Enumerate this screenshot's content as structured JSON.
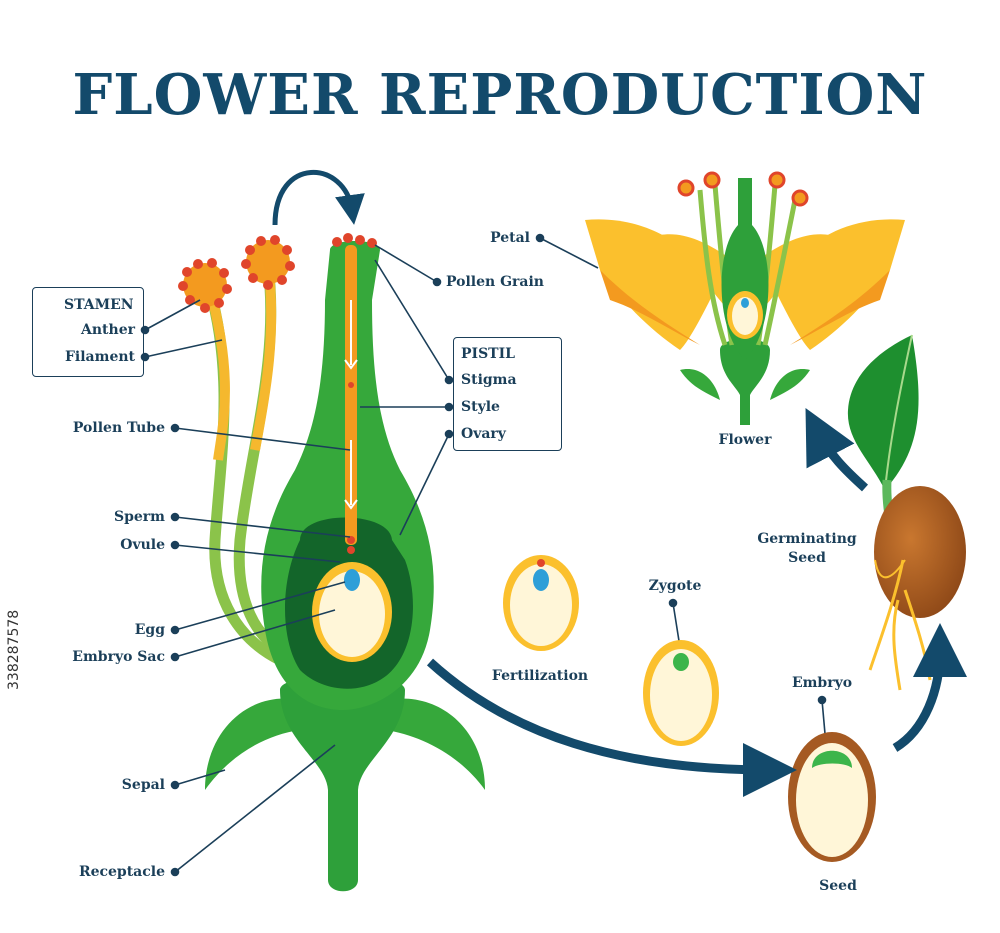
{
  "title": "FLOWER REPRODUCTION",
  "labels": {
    "stamen": "STAMEN",
    "anther": "Anther",
    "filament": "Filament",
    "pollen_tube": "Pollen Tube",
    "sperm": "Sperm",
    "ovule": "Ovule",
    "egg": "Egg",
    "embryo_sac": "Embryo Sac",
    "sepal": "Sepal",
    "receptacle": "Receptacle",
    "pollen_grain": "Pollen Grain",
    "pistil": "PISTIL",
    "stigma": "Stigma",
    "style": "Style",
    "ovary": "Ovary",
    "petal": "Petal",
    "flower": "Flower",
    "germinating_seed": "Germinating\nSeed",
    "fertilization": "Fertilization",
    "zygote": "Zygote",
    "embryo": "Embryo",
    "seed": "Seed"
  },
  "stock_id": "338287578",
  "colors": {
    "title": "#134a6b",
    "label": "#1b3f59",
    "green_dark": "#1e8f2f",
    "green_mid": "#36a83b",
    "green_light": "#7cc242",
    "ovary_dark": "#13652a",
    "orange": "#f39a1f",
    "pollen_red": "#e0452b",
    "petal_yellow": "#fbc02d",
    "ovule_cream": "#fff6d8",
    "egg_blue": "#2e9fd8",
    "seed_brown": "#a55a22",
    "arrow": "#134a6b"
  }
}
